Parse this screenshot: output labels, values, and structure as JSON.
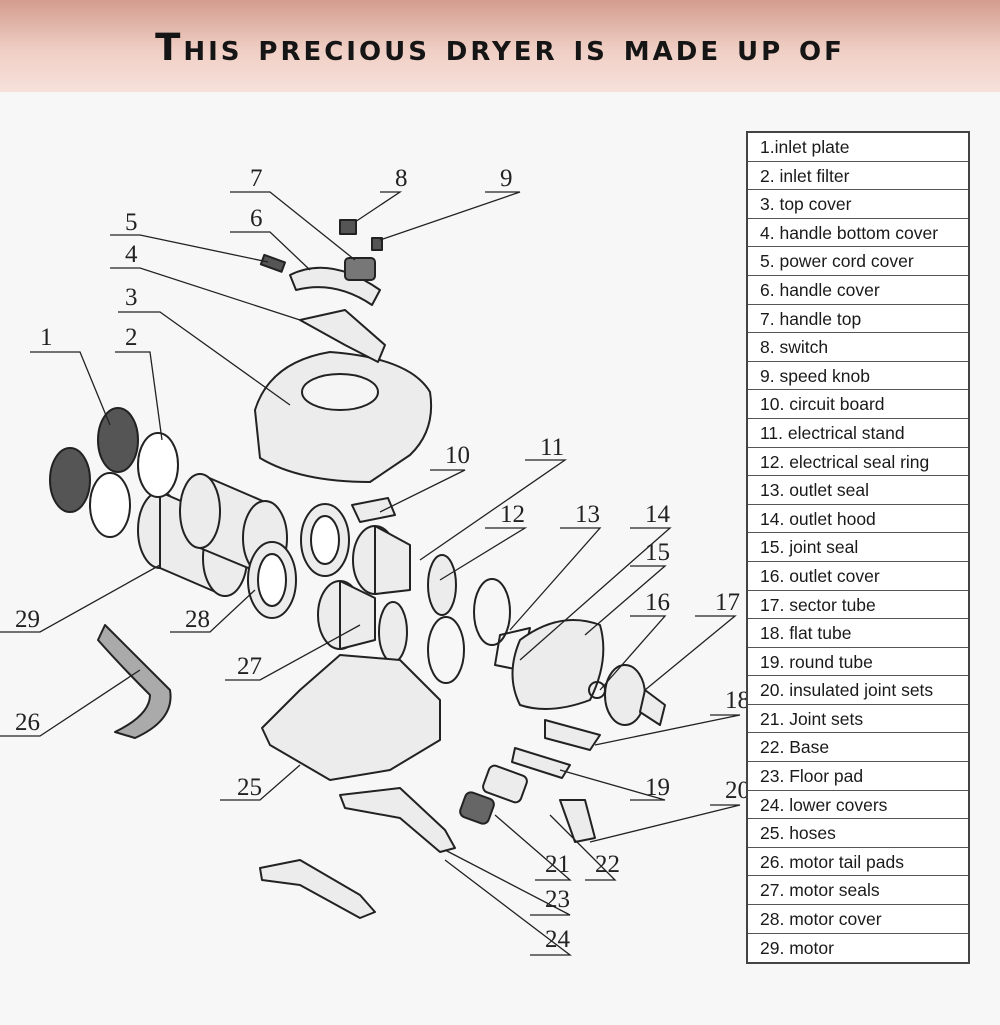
{
  "header": {
    "title": "This precious dryer is made up of"
  },
  "legend": [
    "1.inlet plate",
    "2. inlet filter",
    "3. top cover",
    "4. handle bottom cover",
    "5.  power cord cover",
    "6.  handle cover",
    "7. handle top",
    "8. switch",
    "9. speed knob",
    "10. circuit board",
    "11. electrical stand",
    "12. electrical seal ring",
    "13. outlet seal",
    "14. outlet hood",
    "15. joint seal",
    "16. outlet cover",
    "17.  sector tube",
    "18. flat tube",
    "19. round tube",
    "20. insulated joint sets",
    "21. Joint sets",
    "22. Base",
    "23. Floor pad",
    "24.  lower covers",
    "25.  hoses",
    "26.  motor tail pads",
    "27. motor seals",
    "28. motor cover",
    "29. motor"
  ],
  "callouts": [
    "1",
    "2",
    "3",
    "4",
    "5",
    "6",
    "7",
    "8",
    "9",
    "10",
    "11",
    "12",
    "13",
    "14",
    "15",
    "16",
    "17",
    "18",
    "19",
    "20",
    "21",
    "22",
    "23",
    "24",
    "25",
    "26",
    "27",
    "28",
    "29"
  ],
  "colors": {
    "banner_top": "#d39c8e",
    "banner_bottom": "#f6e1da",
    "line": "#222222"
  }
}
